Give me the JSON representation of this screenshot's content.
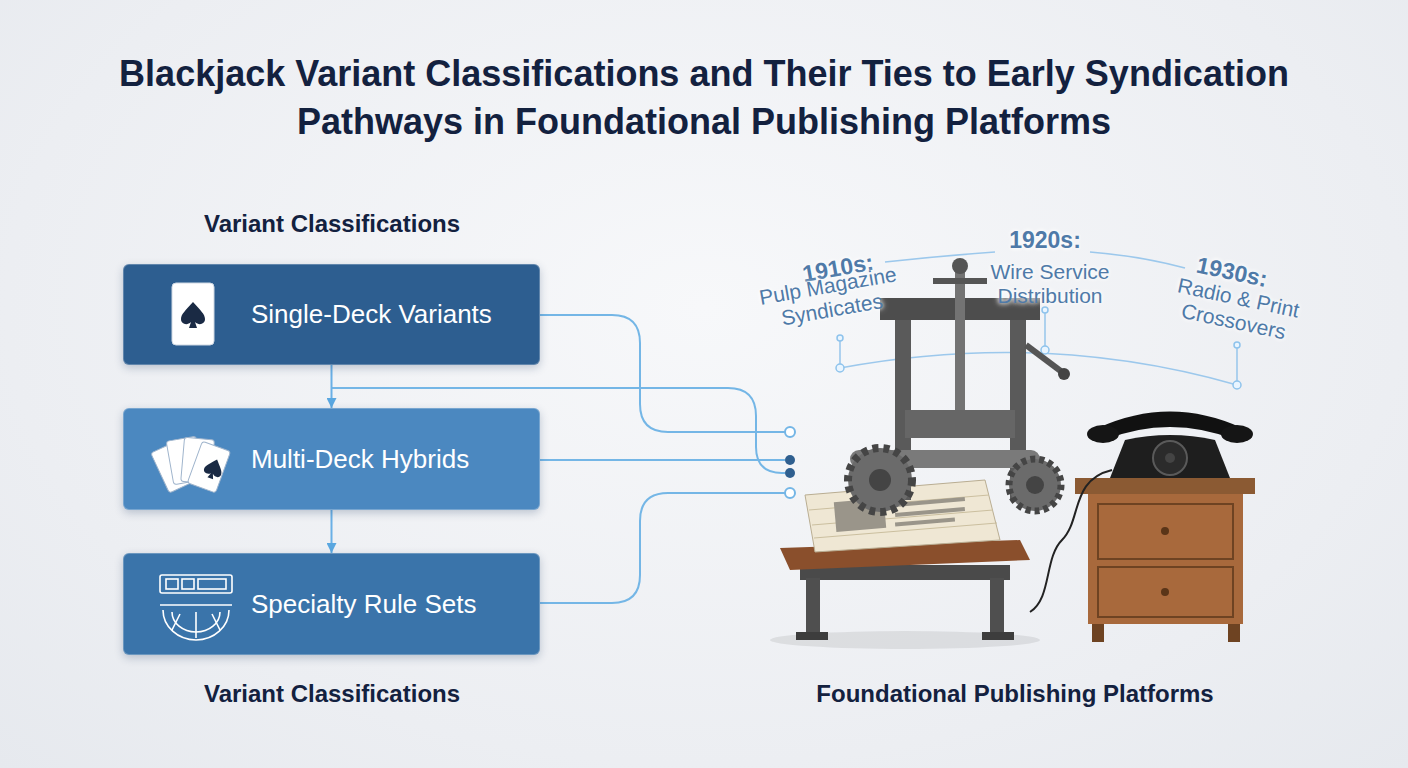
{
  "diagram": {
    "title": "Blackjack Variant Classifications and Their Ties to Early Syndication Pathways in Foundational Publishing Platforms",
    "nodes": [
      {
        "text": [
          "Single-Deck Variants"
        ]
      },
      {
        "text": [
          "Multi-Deck Hybrids"
        ]
      },
      {
        "text": [
          "Specialty Rule Sets"
        ]
      }
    ],
    "edges": [
      {
        "from": 0,
        "to": 1,
        "arrow": "to"
      },
      {
        "from": 1,
        "to": 2,
        "arrow": "to"
      }
    ],
    "labels": [
      "Variant Classifications",
      "1910s:",
      "Pulp Magazine Syndicates",
      "1920s:",
      "Wire Service Distribution",
      "1930s:",
      "Radio & Print Crossovers",
      "Variant Classifications",
      "Foundational Publishing Platforms"
    ]
  }
}
